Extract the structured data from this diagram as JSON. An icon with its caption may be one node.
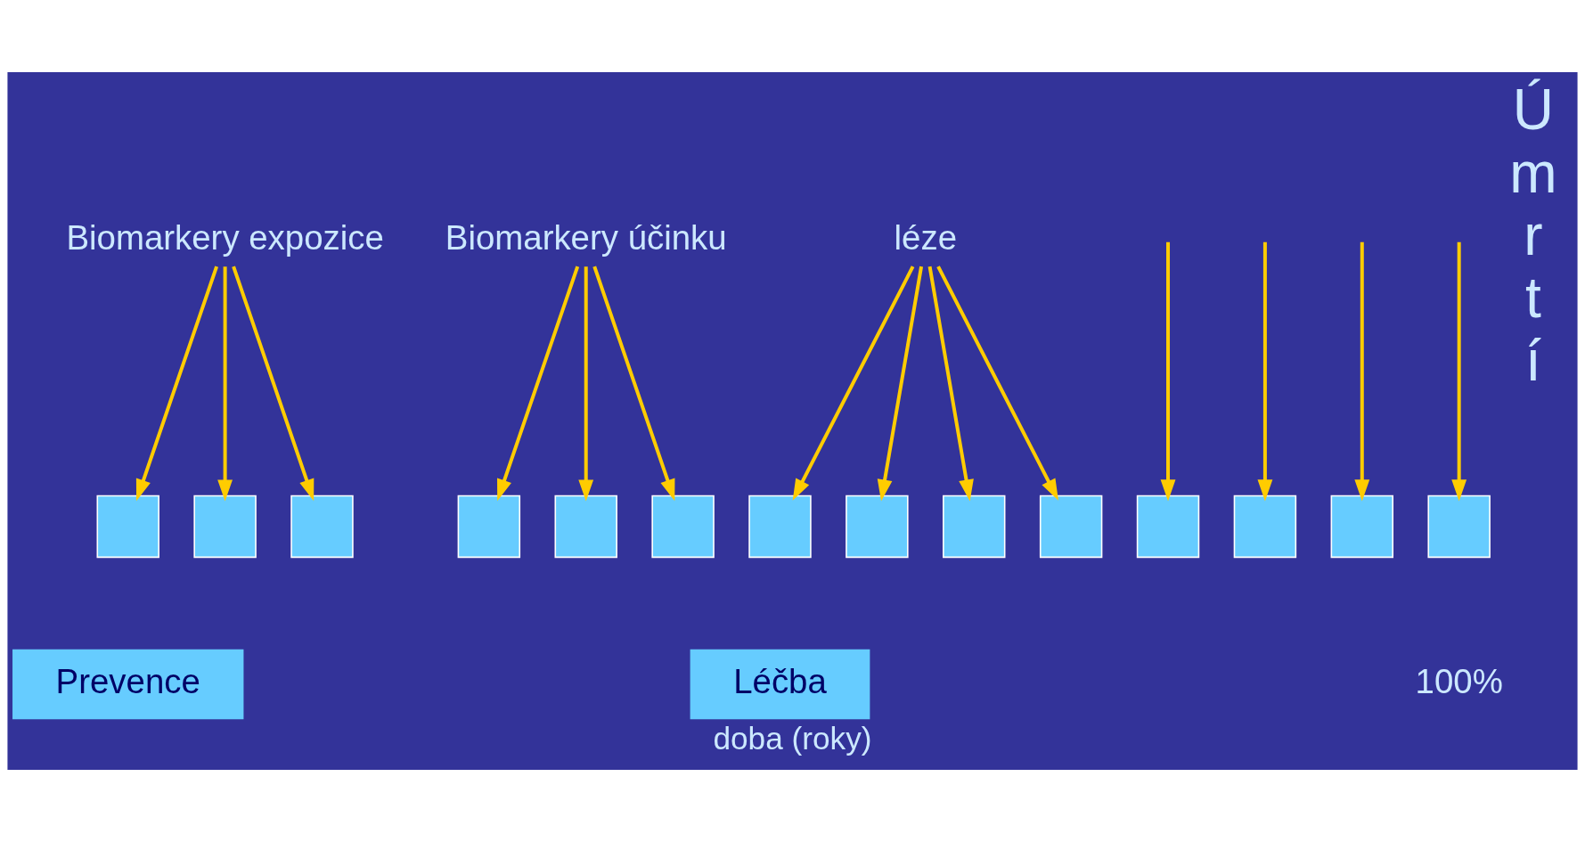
{
  "diagram": {
    "caption": "doba (roky)",
    "nodes": [
      {
        "text": [
          "Biomarkery expozice"
        ]
      },
      {
        "text": [
          "Biomarkery účinku"
        ]
      },
      {
        "text": [
          "léze"
        ]
      },
      {
        "text": [],
        "shape": "box"
      },
      {
        "text": [],
        "shape": "box"
      },
      {
        "text": [],
        "shape": "box"
      },
      {
        "text": [],
        "shape": "box"
      },
      {
        "text": [],
        "shape": "box"
      },
      {
        "text": [],
        "shape": "box"
      },
      {
        "text": [],
        "shape": "box"
      },
      {
        "text": [],
        "shape": "box"
      },
      {
        "text": [],
        "shape": "box"
      },
      {
        "text": [],
        "shape": "box"
      },
      {
        "text": [],
        "shape": "box"
      },
      {
        "text": [],
        "shape": "box"
      },
      {
        "text": [],
        "shape": "box"
      },
      {
        "text": [],
        "shape": "box"
      },
      {
        "text": [
          "Léčba"
        ]
      },
      {
        "text": [
          "Prevence"
        ]
      }
    ],
    "edges": [
      {
        "from": 0,
        "to": 3,
        "arrow": "to"
      },
      {
        "from": 0,
        "to": 4,
        "arrow": "to"
      },
      {
        "from": 0,
        "to": 5,
        "arrow": "to"
      },
      {
        "from": 1,
        "to": 6,
        "arrow": "to"
      },
      {
        "from": 1,
        "to": 7,
        "arrow": "to"
      },
      {
        "from": 1,
        "to": 8,
        "arrow": "to"
      },
      {
        "from": 2,
        "to": 9,
        "arrow": "to"
      },
      {
        "from": 2,
        "to": 10,
        "arrow": "to"
      },
      {
        "from": 2,
        "to": 11,
        "arrow": "to"
      },
      {
        "from": 2,
        "to": 12,
        "arrow": "to"
      },
      {
        "from": null,
        "to": 13,
        "arrow": "to"
      },
      {
        "from": null,
        "to": 14,
        "arrow": "to"
      },
      {
        "from": null,
        "to": 15,
        "arrow": "to"
      },
      {
        "from": null,
        "to": 16,
        "arrow": "to"
      }
    ],
    "labels": [
      "100%",
      "Ú m r t í"
    ]
  }
}
